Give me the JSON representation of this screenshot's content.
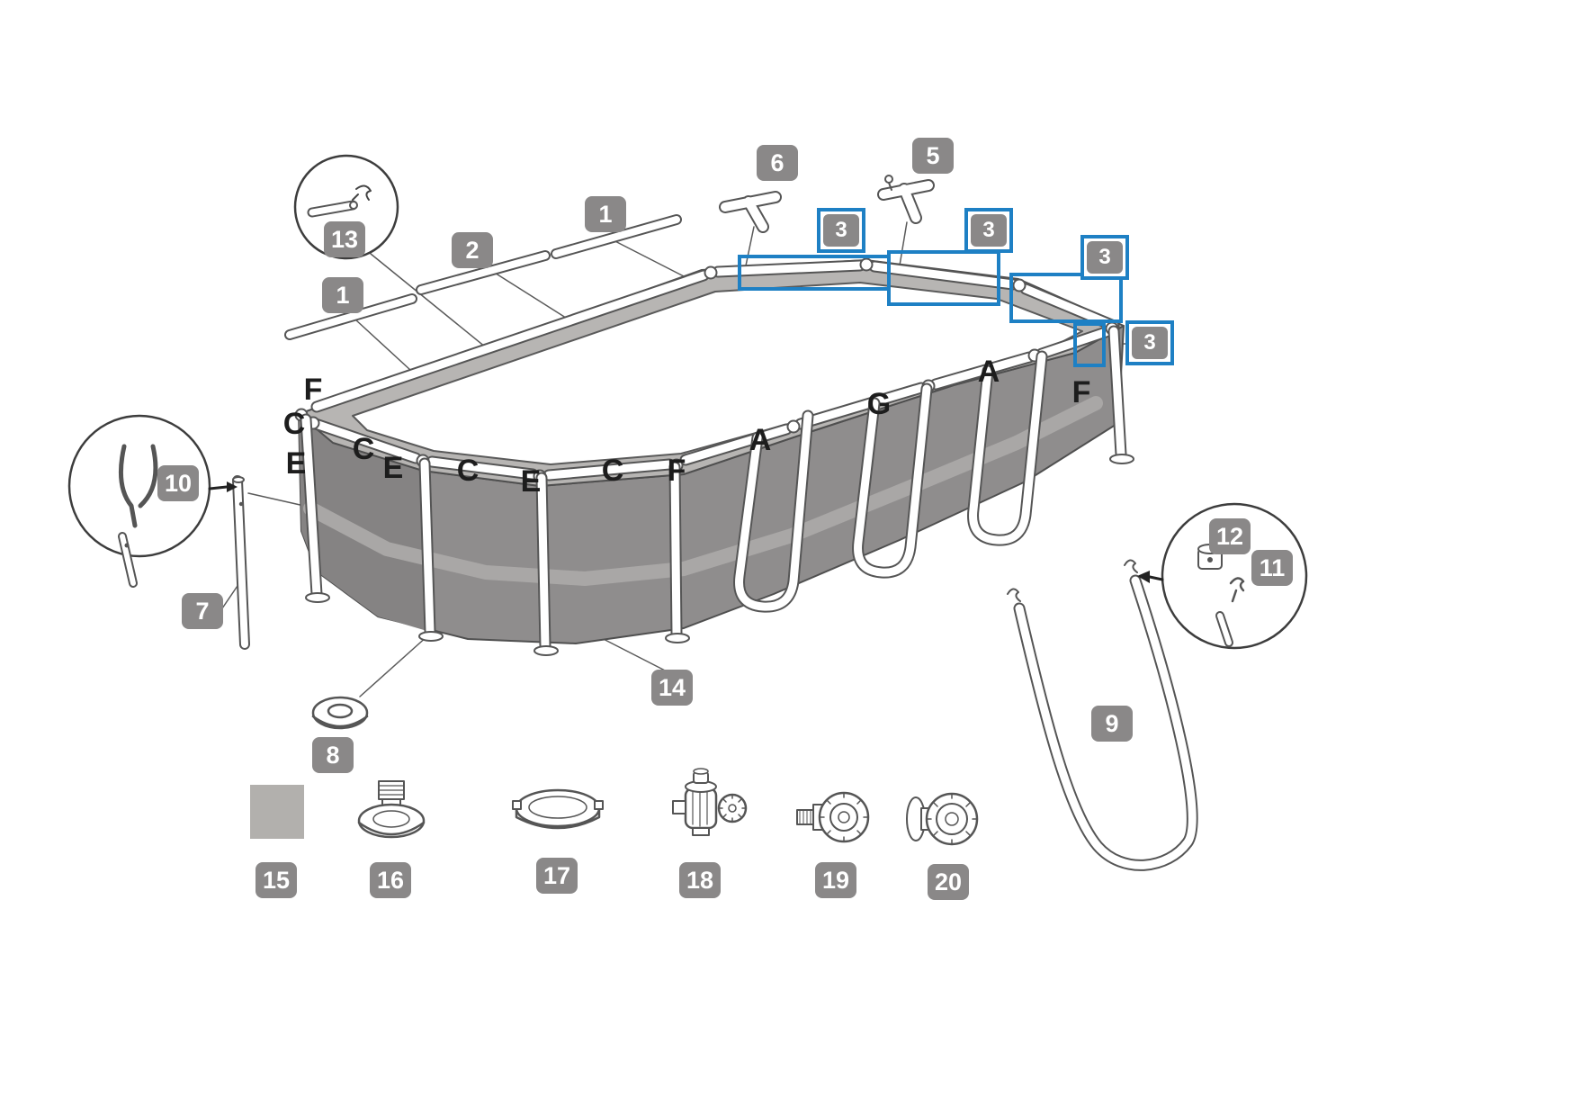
{
  "colors": {
    "badge_gray": "#8a8888",
    "highlight_blue": "#1e80c4",
    "rim_gray": "#b7b5b3",
    "wall_gray": "#8f8d8d"
  },
  "badges": [
    {
      "label": "13"
    },
    {
      "label": "1"
    },
    {
      "label": "2"
    },
    {
      "label": "1"
    },
    {
      "label": "6"
    },
    {
      "label": "5"
    },
    {
      "label": "3"
    },
    {
      "label": "3"
    },
    {
      "label": "3"
    },
    {
      "label": "3"
    },
    {
      "label": "10"
    },
    {
      "label": "7"
    },
    {
      "label": "14"
    },
    {
      "label": "8"
    },
    {
      "label": "9"
    },
    {
      "label": "12"
    },
    {
      "label": "11"
    },
    {
      "label": "15"
    },
    {
      "label": "16"
    },
    {
      "label": "17"
    },
    {
      "label": "18"
    },
    {
      "label": "19"
    },
    {
      "label": "20"
    }
  ],
  "letters": [
    {
      "label": "F"
    },
    {
      "label": "C"
    },
    {
      "label": "E"
    },
    {
      "label": "C"
    },
    {
      "label": "E"
    },
    {
      "label": "C"
    },
    {
      "label": "E"
    },
    {
      "label": "C"
    },
    {
      "label": "F"
    },
    {
      "label": "A"
    },
    {
      "label": "G"
    },
    {
      "label": "A"
    },
    {
      "label": "F"
    }
  ]
}
